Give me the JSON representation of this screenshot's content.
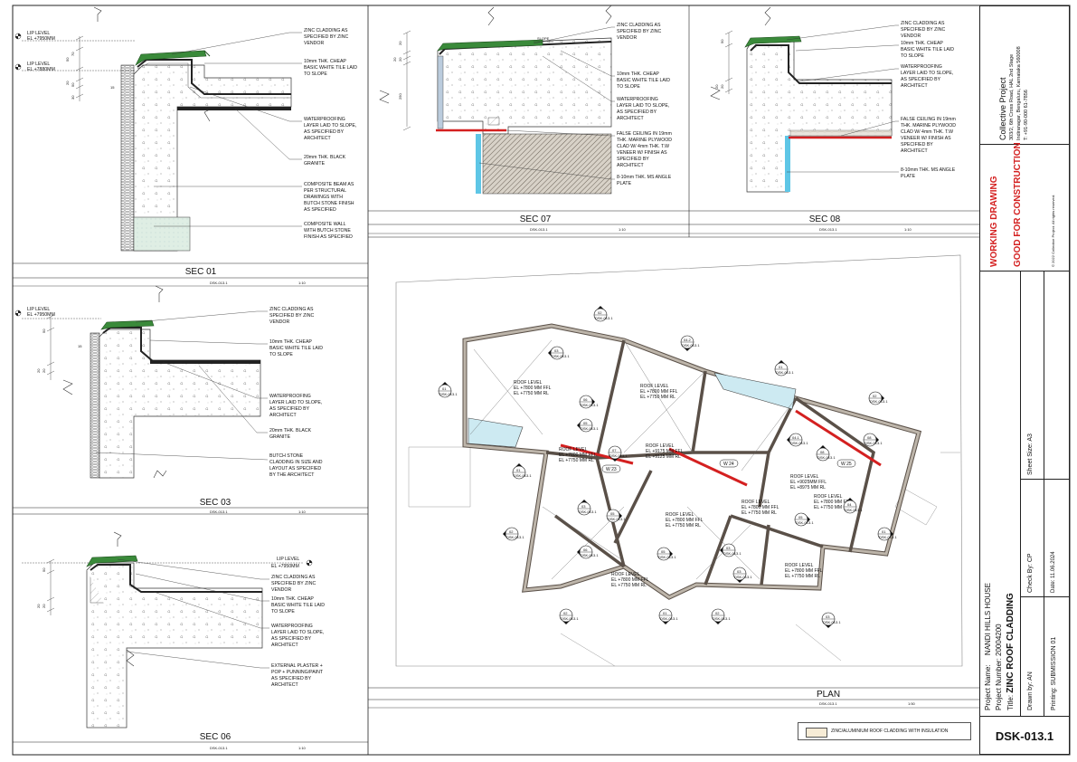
{
  "sections": {
    "sec01": {
      "title": "SEC 01",
      "ref": "DSK-013.1",
      "scale": "1:10",
      "levels": [
        "LIP LEVEL",
        "EL +7950MM",
        "LIP LEVEL",
        "EL +7880MM"
      ],
      "dims": [
        "70",
        "50",
        "20",
        "50",
        "30",
        "15"
      ],
      "notes": [
        [
          "ZINC CLADDING AS",
          "SPECIFIED BY ZINC",
          "VENDOR"
        ],
        [
          "10mm THK. CHEAP",
          "BASIC WHITE TILE LAID",
          "TO SLOPE"
        ],
        [
          "WATERPROOFING",
          "LAYER LAID TO SLOPE,",
          "AS SPECIFIED BY",
          "ARCHITECT"
        ],
        [
          "20mm THK. BLACK",
          "GRANITE"
        ],
        [
          "COMPOSITE BEAM AS",
          "PER STRUCTURAL",
          "DRAWINGS WITH",
          "BUTCH STONE FINISH",
          "AS SPECIFIED"
        ],
        [
          "COMPOSITE WALL",
          "WITH BUTCH STONE",
          "FINISH AS SPECIFIED"
        ]
      ]
    },
    "sec03": {
      "title": "SEC 03",
      "ref": "DSK-013.1",
      "scale": "1:10",
      "levels": [
        "LIP LEVEL",
        "EL +7950MM"
      ],
      "dims": [
        "50",
        "15",
        "20",
        "20"
      ],
      "notes": [
        [
          "ZINC CLADDING AS",
          "SPECIFIED BY ZINC",
          "VENDOR"
        ],
        [
          "10mm THK. CHEAP",
          "BASIC WHITE TILE LAID",
          "TO SLOPE"
        ],
        [
          "WATERPROOFING",
          "LAYER LAID TO SLOPE,",
          "AS SPECIFIED BY",
          "ARCHITECT"
        ],
        [
          "20mm THK. BLACK",
          "GRANITE"
        ],
        [
          "BUTCH STONE",
          "CLADDING IN SIZE AND",
          "LAYOUT AS SPECIFIED",
          "BY THE ARCHITECT"
        ]
      ]
    },
    "sec06": {
      "title": "SEC 06",
      "ref": "DSK-013.1",
      "scale": "1:10",
      "levels": [
        "LIP LEVEL",
        "EL +7950MM"
      ],
      "dims": [
        "50",
        "20",
        "20"
      ],
      "notes": [
        [
          "ZINC CLADDING AS",
          "SPECIFIED BY ZINC",
          "VENDOR"
        ],
        [
          "10mm THK. CHEAP",
          "BASIC WHITE TILE LAID",
          "TO SLOPE"
        ],
        [
          "WATERPROOFING",
          "LAYER LAID TO SLOPE,",
          "AS SPECIFIED BY",
          "ARCHITECT"
        ],
        [
          "EXTERNAL PLASTER +",
          "POP + PUNNING/PAINT",
          "AS SPECIFIED BY",
          "ARCHITECT"
        ]
      ]
    },
    "sec07": {
      "title": "SEC 07",
      "ref": "DSK-013.1",
      "scale": "1:10",
      "slope": "SLOPE",
      "dims": [
        "20",
        "20",
        "20",
        "250"
      ],
      "notes": [
        [
          "ZINC CLADDING AS",
          "SPECIFIED BY ZINC",
          "VENDOR"
        ],
        [
          "10mm THK. CHEAP",
          "BASIC WHITE TILE LAID",
          "TO SLOPE"
        ],
        [
          "WATERPROOFING",
          "LAYER LAID TO SLOPE,",
          "AS SPECIFIED BY",
          "ARCHITECT"
        ],
        [
          "FALSE CEILING IN 19mm",
          "THK. MARINE PLYWOOD",
          "CLAD W/ 4mm THK. T.W",
          "VENEER W/ FINISH AS",
          "SPECIFIED BY",
          "ARCHITECT"
        ],
        [
          "8-10mm THK. MS ANGLE",
          "PLATE"
        ]
      ]
    },
    "sec08": {
      "title": "SEC 08",
      "ref": "DSK-013.1",
      "scale": "1:10",
      "dims": [
        "50",
        "20",
        "20"
      ],
      "notes": [
        [
          "ZINC CLADDING AS",
          "SPECIFIED BY ZINC",
          "VENDOR"
        ],
        [
          "10mm THK. CHEAP",
          "BASIC WHITE TILE LAID",
          "TO SLOPE"
        ],
        [
          "WATERPROOFING",
          "LAYER LAID TO SLOPE,",
          "AS SPECIFIED BY",
          "ARCHITECT"
        ],
        [
          "FALSE CEILING IN 19mm",
          "THK. MARINE PLYWOOD",
          "CLAD W/ 4mm THK. T.W",
          "VENEER W/ FINISH AS",
          "SPECIFIED BY",
          "ARCHITECT"
        ],
        [
          "8-10mm THK. MS ANGLE",
          "PLATE"
        ]
      ]
    }
  },
  "plan": {
    "title": "PLAN",
    "ref": "DSK-013.1",
    "scale": "1:50",
    "roof_levels": [
      [
        "ROOF LEVEL",
        "EL +7800 MM FFL",
        "EL +7750 MM RL"
      ],
      [
        "ROOF LEVEL",
        "EL +7800 MM FFL",
        "EL +7750 MM RL"
      ],
      [
        "ROOF LEVEL",
        "EL +7800 MM FFL",
        "EL +7750 MM RL"
      ],
      [
        "ROOF LEVEL",
        "EL +9175 MM FFL",
        "EL +9125 MM RL"
      ],
      [
        "ROOF LEVEL",
        "EL +9025MM FFL",
        "EL +8975 MM RL"
      ],
      [
        "ROOF LEVEL",
        "EL +7800 MM FFL",
        "EL +7750 MM RL"
      ],
      [
        "ROOF LEVEL",
        "EL +7800 MM FFL",
        "EL +7750 MM RL"
      ],
      [
        "ROOF LEVEL",
        "EL +7800 MM FFL",
        "EL +7750 MM RL"
      ],
      [
        "ROOF LEVEL",
        "EL +7800 MM FFL",
        "EL +7750 MM RL"
      ],
      [
        "ROOF LEVEL",
        "EL +7800 MM FFL",
        "EL +7750 MM RL"
      ]
    ],
    "tags": [
      "W 23",
      "W 24",
      "W 25"
    ],
    "markers": [
      "01",
      "02",
      "03",
      "04",
      "05",
      "06",
      "07",
      "08",
      "04.2",
      "04.1",
      "03"
    ],
    "marker_ref": "DSK-013.1"
  },
  "legend": {
    "label": "ZINC/ALUMINIUM ROOF CLADDING WITH INSULATION",
    "swatch": "#f7ecd6"
  },
  "title_block": {
    "firm": "Collective Project",
    "address": "303/2, 6th Cross Road, HAL 2nd Stage",
    "city": "Indiranagar, Bengaluru, Karnataka 560008",
    "phone": "T: +91-90-000 61-7856",
    "copyright": "© 2022 Collective Project.  All rights reserved.",
    "status1": "WORKING DRAWING",
    "status2": "GOOD FOR CONSTRUCTION",
    "project_name_label": "Project Name:",
    "project_name": "NANDI HILLS HOUSE",
    "project_number_label": "Project Number:",
    "project_number": "20004200",
    "title_label": "Title:",
    "title": "ZINC ROOF CLADDING",
    "sheet_size": "Sheet Size: A3",
    "drawn_by": "Drawn by: AN",
    "check_by": "Check By: CP",
    "printing": "Printing: SUBMISSION 01",
    "date": "Date: 11.06.2024",
    "sheet_no": "DSK-013.1"
  },
  "colors": {
    "accent_red": "#d42020",
    "cladding_green": "#3a8a3a",
    "waterproof_blue": "#5ec6e6",
    "hatch_tan": "#cfc6b8"
  }
}
